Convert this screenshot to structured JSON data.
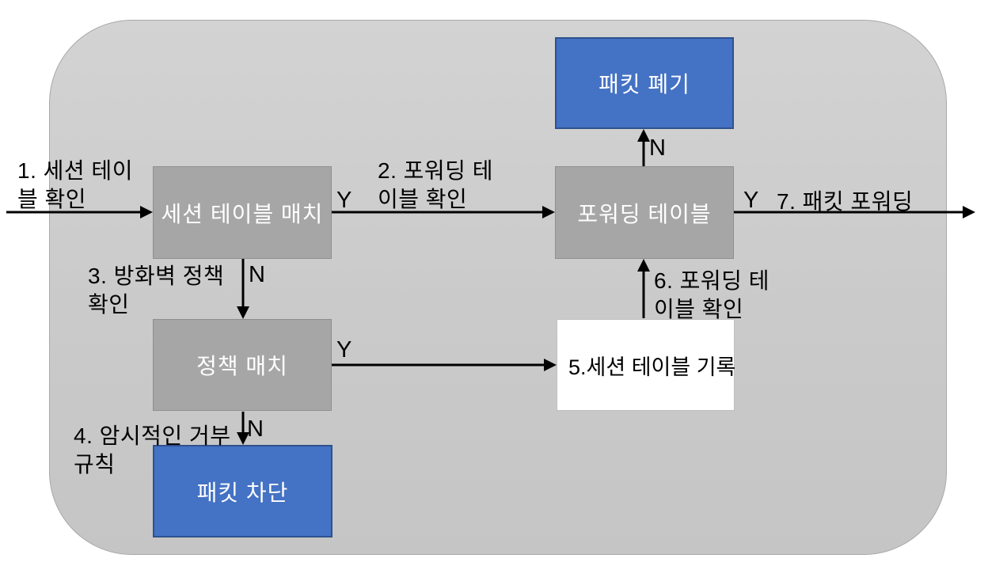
{
  "diagram": {
    "title": "firewall-packet-flowchart",
    "colors": {
      "node_blue_fill": "#4472C4",
      "node_blue_border": "#2F528F",
      "node_gray_fill": "#A6A6A6",
      "node_white_fill": "#FFFFFF",
      "canvas_fill": "#CACACA",
      "arrow_color": "#000000"
    },
    "nodes": {
      "packet_discard": {
        "label": "패킷 폐기"
      },
      "session_table_match": {
        "label": "세션 테이블 매치"
      },
      "forwarding_table": {
        "label": "포워딩 테이블"
      },
      "policy_match": {
        "label": "정책 매치"
      },
      "session_table_record": {
        "label": "5.세션 테이블 기록"
      },
      "packet_block": {
        "label": "패킷 차단"
      }
    },
    "labels": {
      "step1": "1. 세션 테이\n블 확인",
      "step2": "2. 포워딩 테\n이블 확인",
      "step3": "3. 방화벽 정책\n확인",
      "step4": "4. 암시적인 거부\n규칙",
      "step6": "6. 포워딩 테\n이블 확인",
      "step7": "7. 패킷 포워딩",
      "yes_session": "Y",
      "no_session": "N",
      "yes_policy": "Y",
      "no_policy": "N",
      "no_forwarding": "N",
      "yes_forwarding": "Y"
    }
  }
}
